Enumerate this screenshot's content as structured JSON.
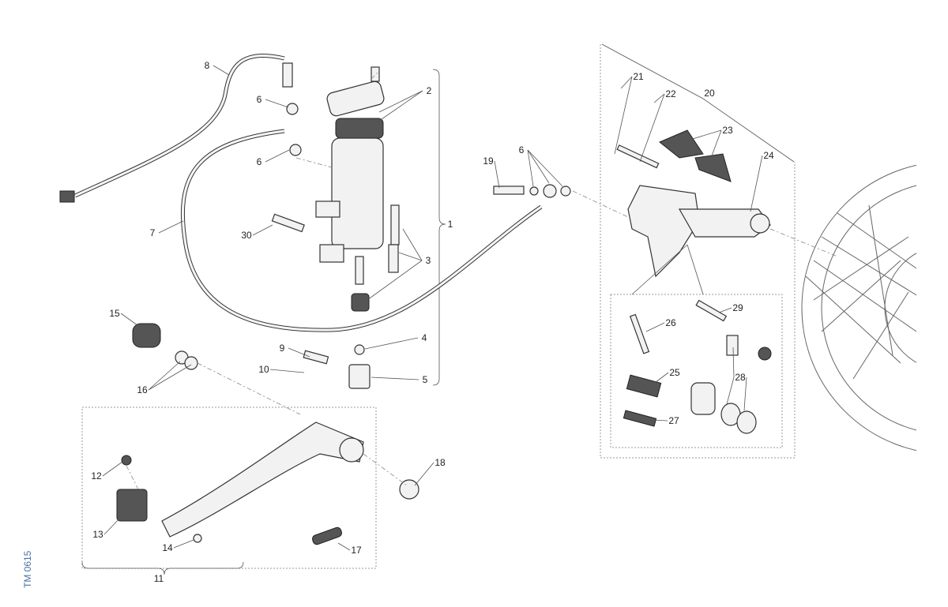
{
  "drawing_code": "TM 0615",
  "callouts": [
    "8",
    "6",
    "6",
    "2",
    "1",
    "3",
    "4",
    "5",
    "9",
    "10",
    "7",
    "30",
    "15",
    "16",
    "12",
    "13",
    "14",
    "17",
    "18",
    "11",
    "19",
    "6",
    "21",
    "22",
    "20",
    "23",
    "24",
    "29",
    "26",
    "25",
    "28",
    "27"
  ]
}
